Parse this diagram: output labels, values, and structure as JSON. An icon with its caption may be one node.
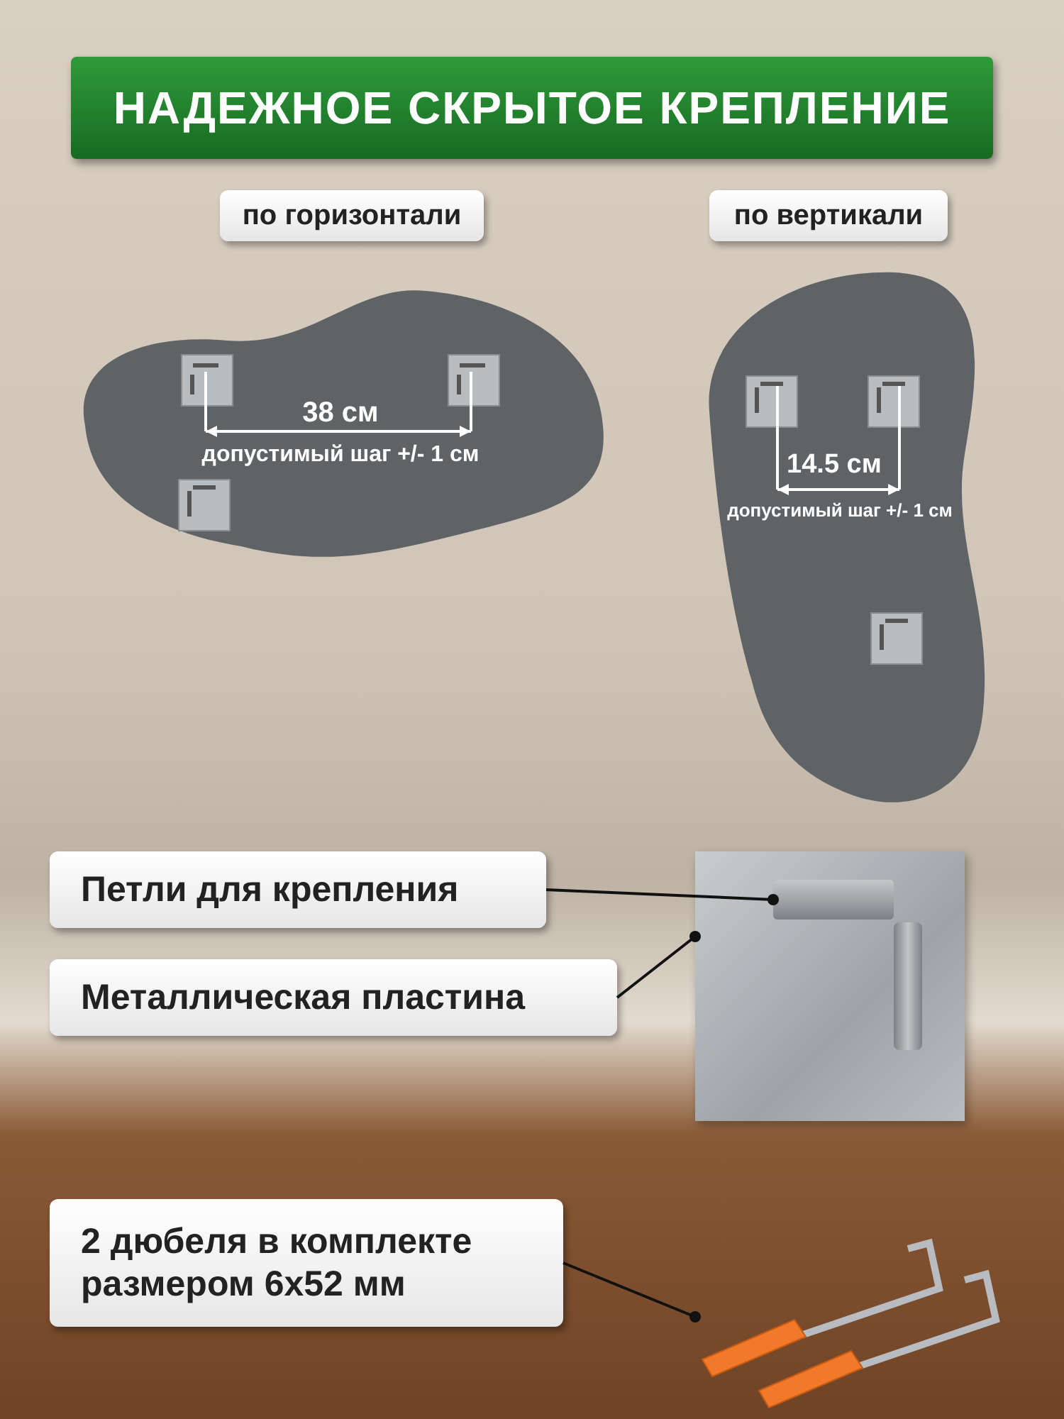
{
  "diagram": {
    "title": "НАДЕЖНОЕ СКРЫТОЕ КРЕПЛЕНИЕ",
    "nodes": [
      {
        "text": [
          "по горизонтали"
        ]
      },
      {
        "text": [
          "по вертикали"
        ]
      },
      {
        "text": [
          "Петли для крепления"
        ]
      },
      {
        "text": [
          "Металлическая пластина"
        ]
      },
      {
        "text": [
          "2 дюбеля в комплекте размером 6x52 мм"
        ]
      },
      {
        "text": [],
        "shape": "picture",
        "in": 6
      },
      {
        "text": [],
        "shape": "picture"
      },
      {
        "text": [],
        "shape": "picture"
      }
    ],
    "edges": [
      {
        "from": 2,
        "to": 5,
        "arrow": "other"
      },
      {
        "from": 3,
        "to": 6,
        "arrow": "other"
      },
      {
        "from": 4,
        "to": 7,
        "arrow": "other"
      }
    ],
    "labels": [
      "38 см",
      "допустимый шаг +/- 1 см",
      "14.5 см",
      "допустимый шаг +/- 1 см"
    ]
  }
}
